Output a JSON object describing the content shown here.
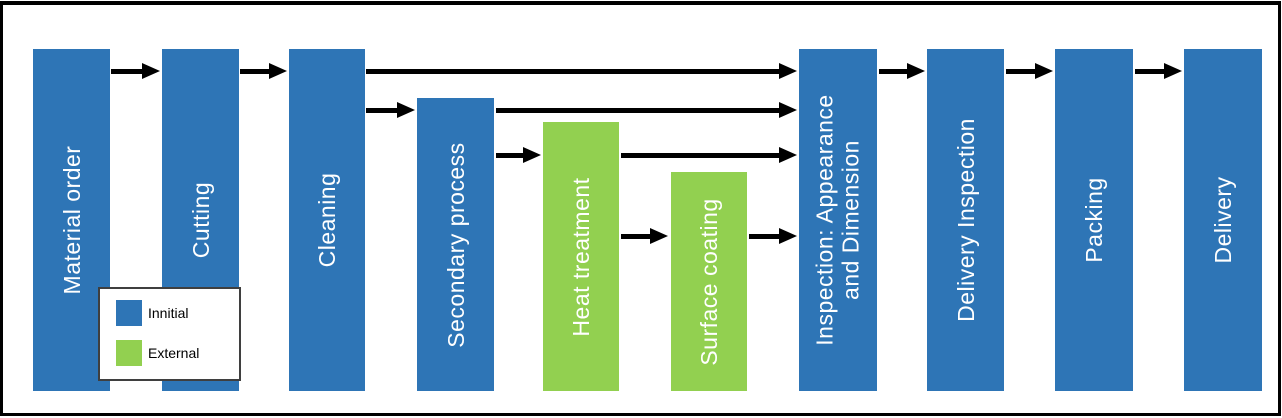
{
  "diagram": {
    "type": "process-flow",
    "steps": [
      {
        "label": "Material order",
        "type": "initial"
      },
      {
        "label": "Cutting",
        "type": "initial"
      },
      {
        "label": "Cleaning",
        "type": "initial"
      },
      {
        "label": "Secondary process",
        "type": "initial"
      },
      {
        "label": "Heat treatment",
        "type": "external"
      },
      {
        "label": "Surface coating",
        "type": "external"
      },
      {
        "label": "Inspection: Appearance\nand Dimension",
        "type": "initial"
      },
      {
        "label": "Delivery Inspection",
        "type": "initial"
      },
      {
        "label": "Packing",
        "type": "initial"
      },
      {
        "label": "Delivery",
        "type": "initial"
      }
    ],
    "connections": [
      {
        "from": "Material order",
        "to": "Cutting"
      },
      {
        "from": "Cutting",
        "to": "Cleaning"
      },
      {
        "from": "Cleaning",
        "to": "Inspection: Appearance and Dimension"
      },
      {
        "from": "Cleaning",
        "to": "Secondary process"
      },
      {
        "from": "Secondary process",
        "to": "Inspection: Appearance and Dimension"
      },
      {
        "from": "Secondary process",
        "to": "Heat treatment"
      },
      {
        "from": "Heat treatment",
        "to": "Inspection: Appearance and Dimension"
      },
      {
        "from": "Heat treatment",
        "to": "Surface coating"
      },
      {
        "from": "Surface coating",
        "to": "Inspection: Appearance and Dimension"
      },
      {
        "from": "Inspection: Appearance and Dimension",
        "to": "Delivery Inspection"
      },
      {
        "from": "Delivery Inspection",
        "to": "Packing"
      },
      {
        "from": "Packing",
        "to": "Delivery"
      }
    ],
    "legend": {
      "items": [
        {
          "label": "Innitial",
          "color": "#2E75B6"
        },
        {
          "label": "External",
          "color": "#92D050"
        }
      ]
    },
    "colors": {
      "initial": "#2E75B6",
      "external": "#92D050",
      "arrow": "#000000",
      "border": "#000000",
      "background": "#FFFFFF"
    }
  }
}
